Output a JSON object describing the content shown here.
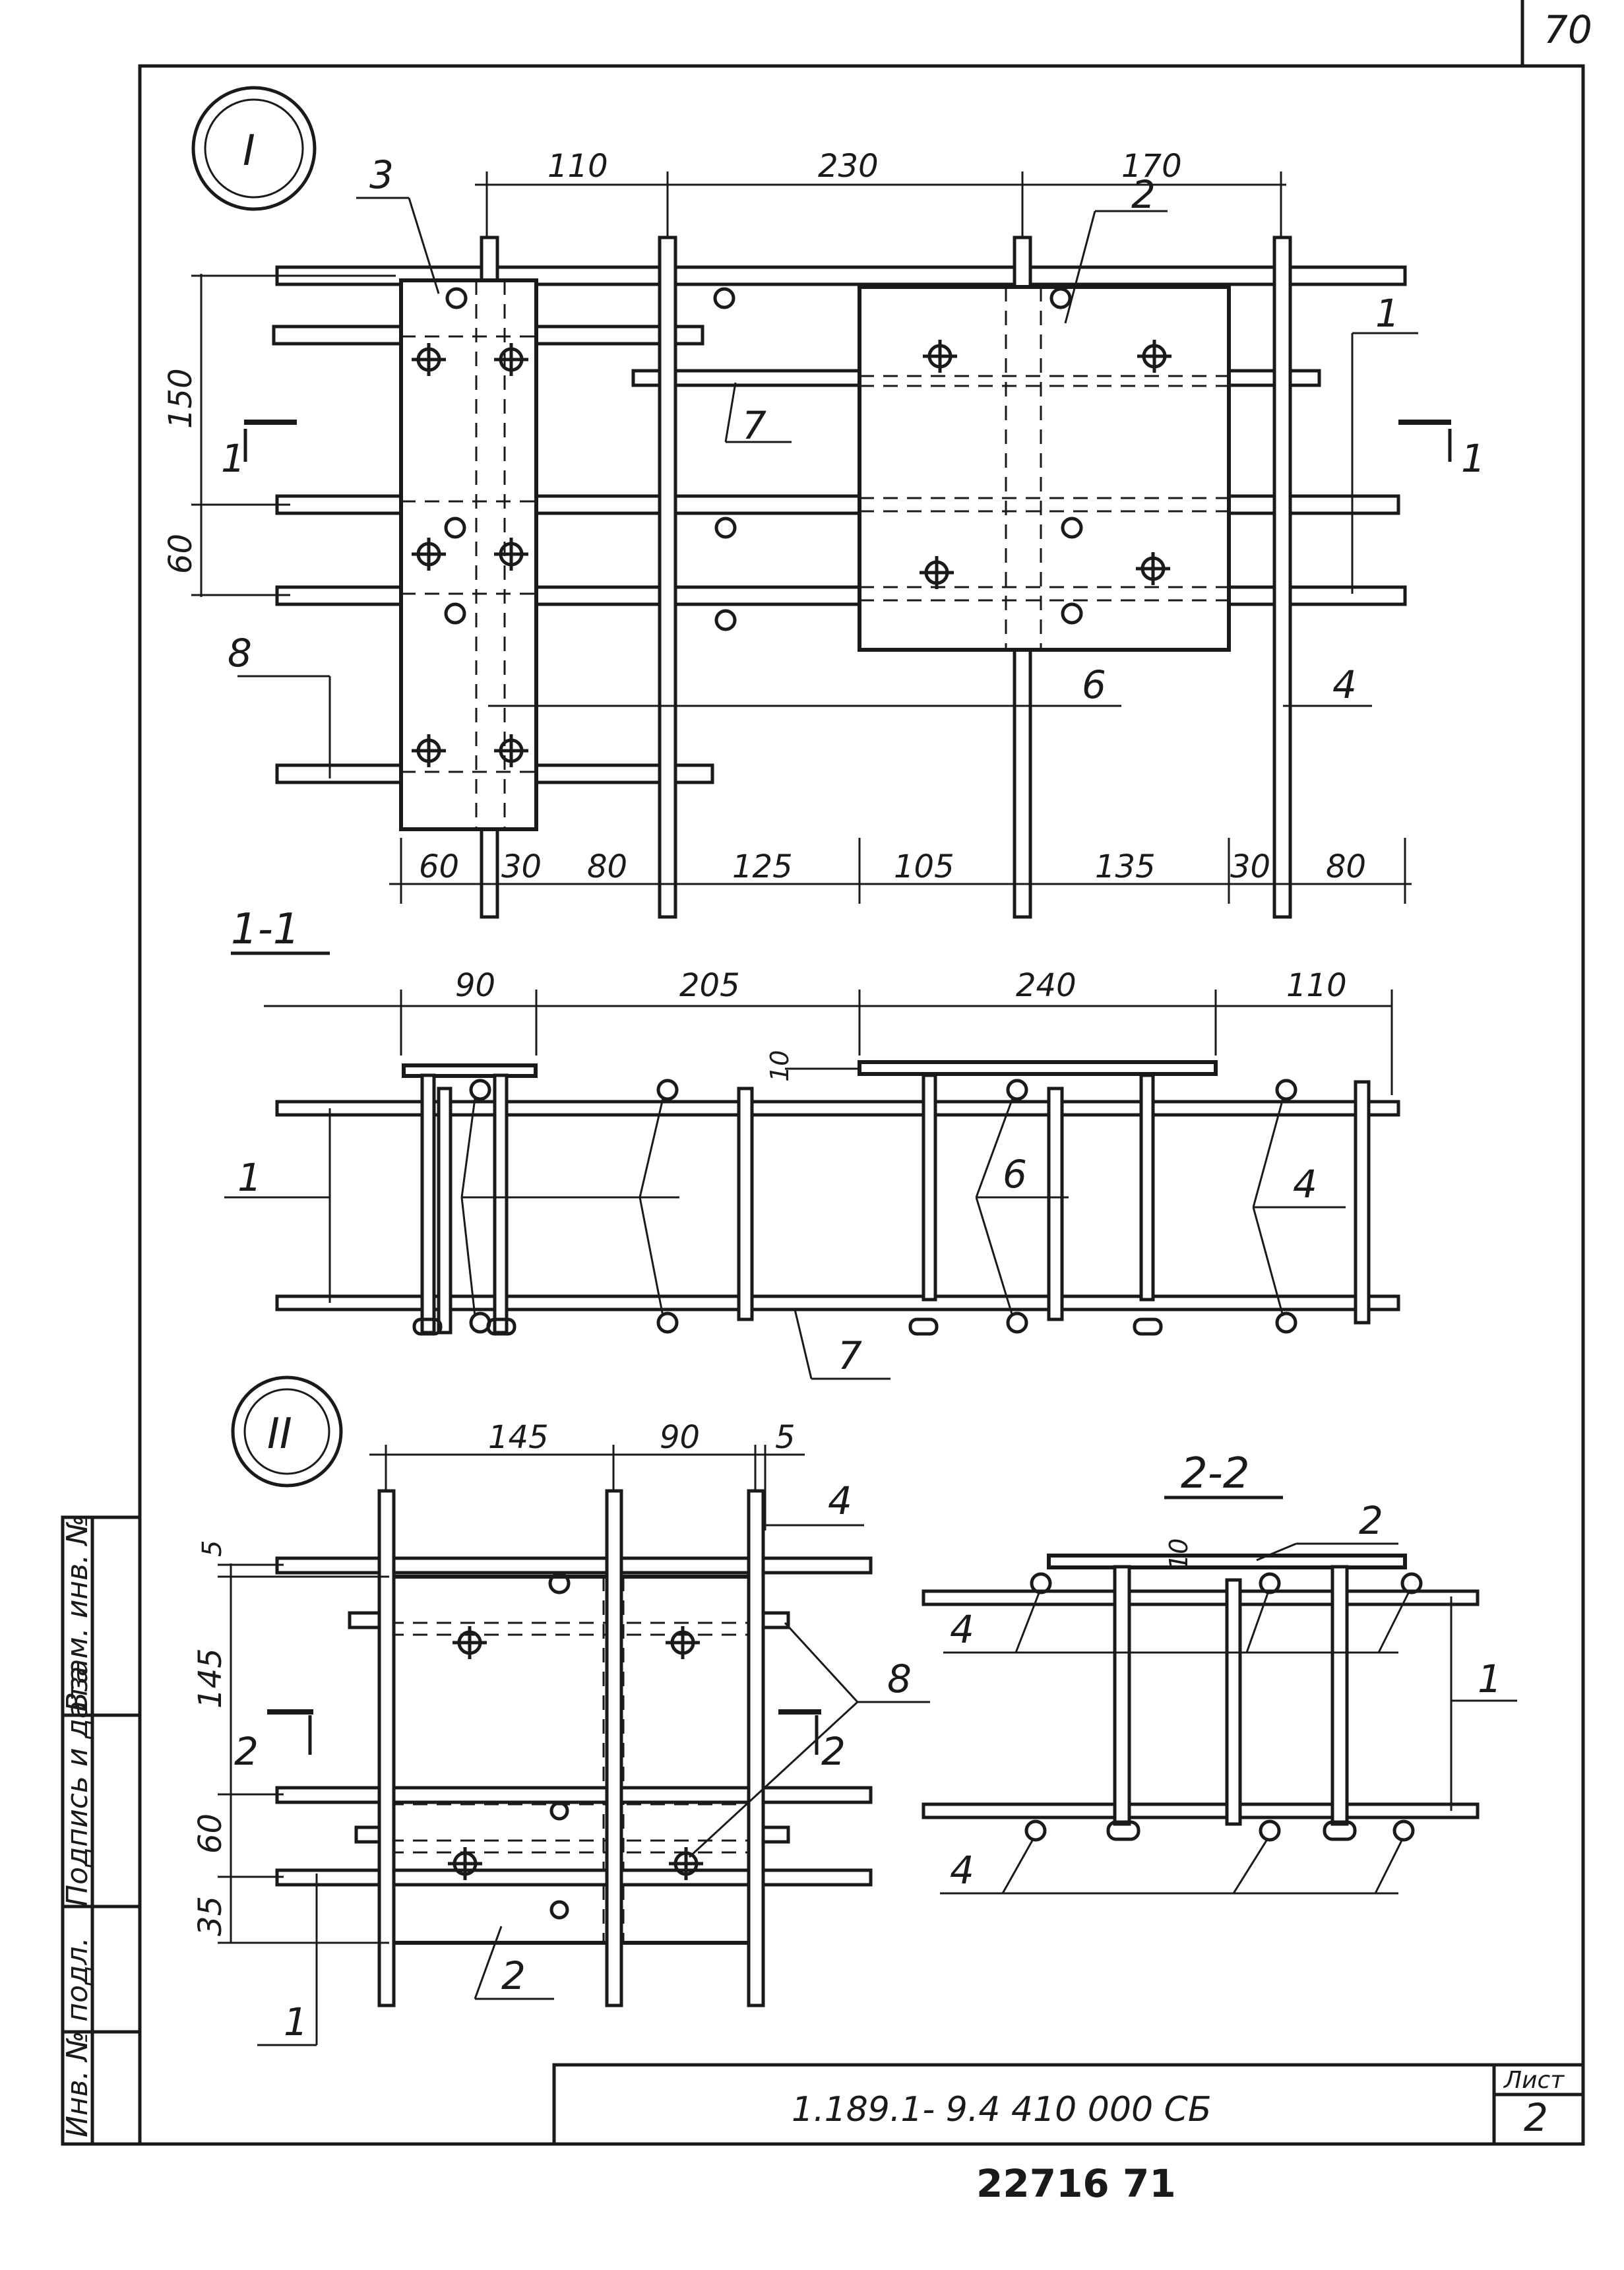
{
  "sheet_corner_number": "70",
  "view_I": {
    "marker": "I",
    "dims_top": [
      "110",
      "230",
      "170"
    ],
    "dims_bottom": [
      "60",
      "30",
      "80",
      "125",
      "105",
      "135",
      "30",
      "80"
    ],
    "dims_left": [
      "150",
      "60"
    ],
    "section_marks": [
      "1",
      "1"
    ],
    "callouts": [
      "3",
      "2",
      "1",
      "7",
      "8",
      "6",
      "4"
    ]
  },
  "section_1_1": {
    "title": "1-1",
    "dims_top": [
      "90",
      "205",
      "240",
      "110"
    ],
    "gap_dim": "10",
    "callouts": [
      "1",
      "6",
      "4",
      "7"
    ]
  },
  "view_II": {
    "marker": "II",
    "dims_top": [
      "145",
      "90",
      "5"
    ],
    "dims_left": [
      "5",
      "145",
      "60",
      "35"
    ],
    "section_marks": [
      "2",
      "2"
    ],
    "callouts": [
      "4",
      "8",
      "2",
      "1"
    ]
  },
  "section_2_2": {
    "title": "2-2",
    "gap_dim": "10",
    "callouts": [
      "2",
      "4",
      "1",
      "4"
    ]
  },
  "stamp_side": {
    "inv_podl": "Инв. № подл.",
    "podpis_data": "Подпись и дата",
    "vzam_inv": "Взам. инв. №"
  },
  "title_block": {
    "designation": "1.189.1- 9.4  410 000 СБ",
    "sheet_label": "Лист",
    "sheet_number": "2"
  },
  "bottom_number": "22716   71"
}
